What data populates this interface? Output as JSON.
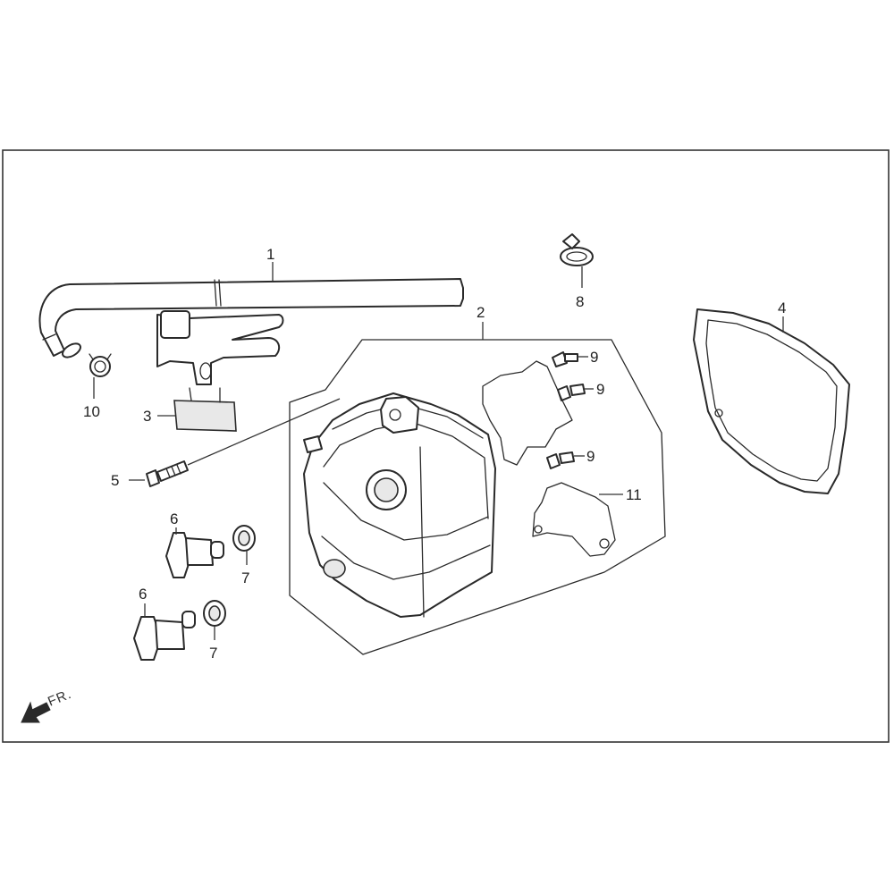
{
  "callouts": {
    "p1": "1",
    "p2": "2",
    "p3": "3",
    "p4": "4",
    "p5": "5",
    "p6a": "6",
    "p6b": "6",
    "p7a": "7",
    "p7b": "7",
    "p8": "8",
    "p9a": "9",
    "p9b": "9",
    "p9c": "9",
    "p10": "10",
    "p11": "11"
  },
  "direction": {
    "label": "FR."
  },
  "colors": {
    "line": "#2a2a2a",
    "background": "#ffffff"
  }
}
